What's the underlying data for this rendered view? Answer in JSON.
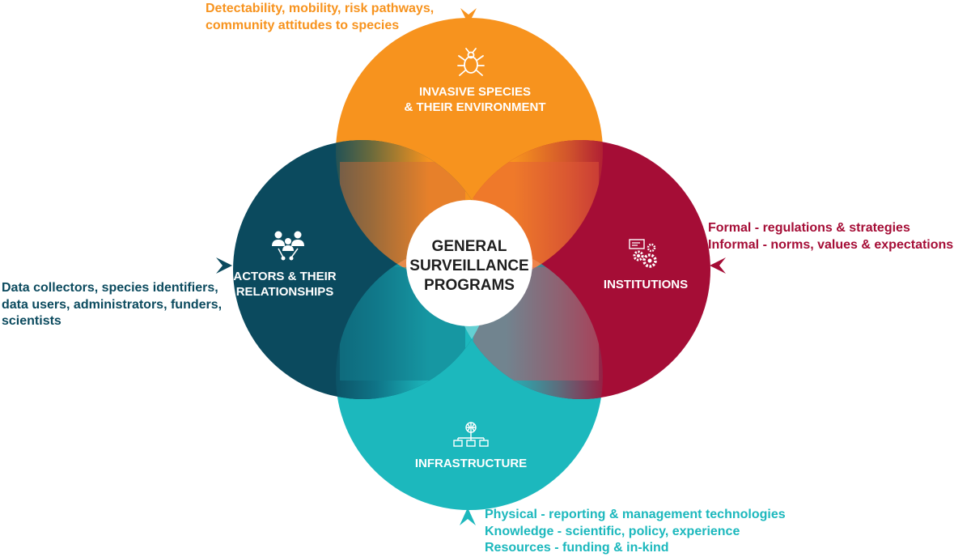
{
  "colors": {
    "orange": "#f7931e",
    "dark_teal": "#0b4a5e",
    "crimson": "#a50d36",
    "turquoise": "#1cb8bd",
    "center": "#ffffff"
  },
  "center": {
    "lines": [
      "GENERAL",
      "SURVEILLANCE",
      "PROGRAMS"
    ]
  },
  "circles": {
    "top": {
      "lines": [
        "INVASIVE SPECIES",
        "& THEIR ENVIRONMENT"
      ],
      "icon": "bug-icon"
    },
    "left": {
      "lines": [
        "ACTORS & THEIR",
        "RELATIONSHIPS"
      ],
      "icon": "people-network-icon"
    },
    "right": {
      "lines": [
        "INSTITUTIONS"
      ],
      "icon": "gears-icon"
    },
    "bottom": {
      "lines": [
        "INFRASTRUCTURE"
      ],
      "icon": "network-icon"
    }
  },
  "notes": {
    "top": [
      "Detectability, mobility, risk pathways,",
      "community attitudes to species"
    ],
    "left": [
      "Data collectors, species identifiers,",
      "data users, administrators, funders,",
      "scientists"
    ],
    "right": [
      "Formal - regulations & strategies",
      "Informal - norms, values & expectations"
    ],
    "bottom": [
      "Physical - reporting & management technologies",
      "Knowledge - scientific, policy, experience",
      "Resources - funding & in-kind"
    ]
  }
}
